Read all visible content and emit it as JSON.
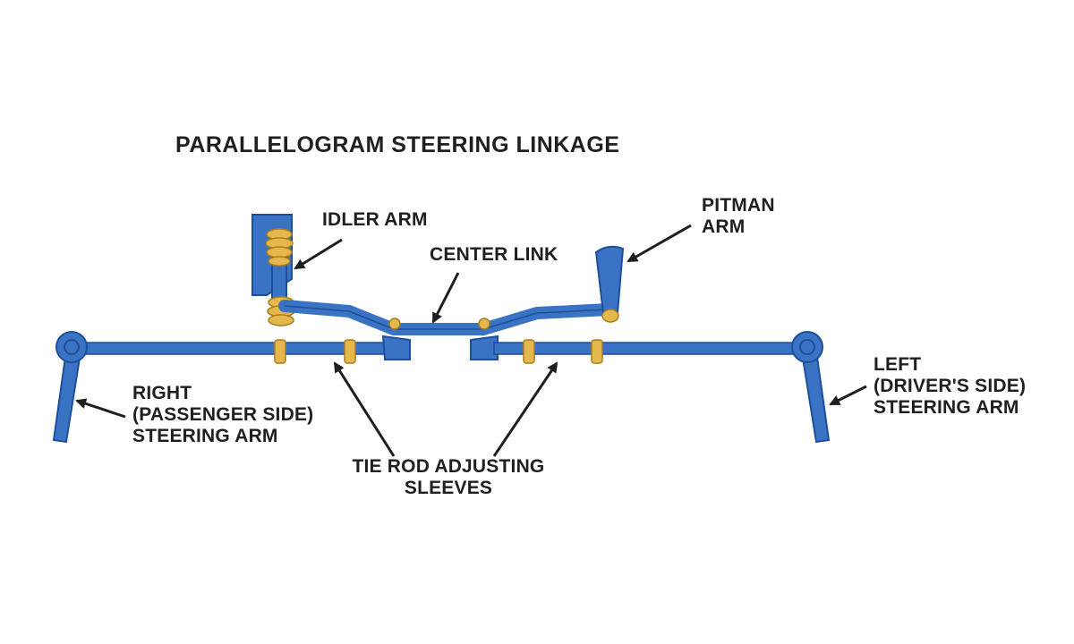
{
  "title": "PARALLELOGRAM STEERING LINKAGE",
  "labels": {
    "idler_arm": "IDLER ARM",
    "center_link": "CENTER LINK",
    "pitman_arm": [
      "PITMAN",
      "ARM"
    ],
    "right_steering_arm": [
      "RIGHT",
      "(PASSENGER SIDE)",
      "STEERING ARM"
    ],
    "left_steering_arm": [
      "LEFT",
      "(DRIVER'S SIDE)",
      "STEERING ARM"
    ],
    "tie_rod_sleeves": [
      "TIE ROD ADJUSTING",
      "SLEEVES"
    ]
  },
  "colors": {
    "linkage_blue": "#3a72c4",
    "linkage_dark": "#1d4f9a",
    "bushing": "#e4b84d",
    "bushing_dark": "#a87d1e",
    "text": "#1f1f1f"
  }
}
